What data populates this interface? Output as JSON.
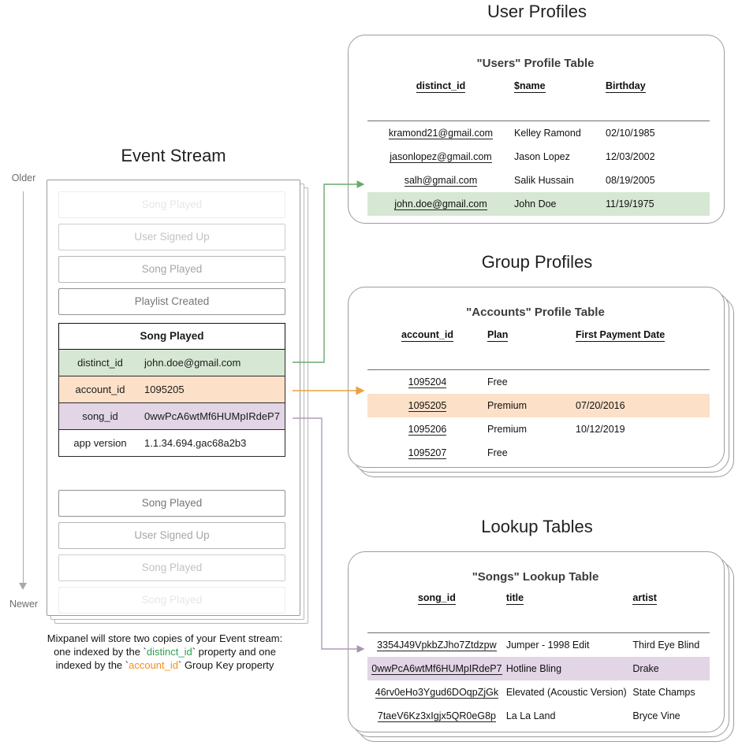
{
  "sections": {
    "user_profiles_title": "User Profiles",
    "group_profiles_title": "Group Profiles",
    "lookup_tables_title": "Lookup Tables",
    "event_stream_title": "Event Stream"
  },
  "axis": {
    "older": "Older",
    "newer": "Newer"
  },
  "event_stream": {
    "events_before": [
      {
        "label": "Song Played",
        "fade": "ev-f1"
      },
      {
        "label": "User Signed Up",
        "fade": "ev-f2"
      },
      {
        "label": "Song Played",
        "fade": "ev-f3"
      },
      {
        "label": "Playlist Created",
        "fade": "ev-f4"
      }
    ],
    "focused_event": {
      "name": "Song Played",
      "properties": [
        {
          "key": "distinct_id",
          "value": "john.doe@gmail.com",
          "highlight": "green"
        },
        {
          "key": "account_id",
          "value": "1095205",
          "highlight": "orange"
        },
        {
          "key": "song_id",
          "value": "0wwPcA6wtMf6HUMpIRdeP7",
          "highlight": "purple"
        },
        {
          "key": "app version",
          "value": "1.1.34.694.gac68a2b3",
          "highlight": "none"
        }
      ]
    },
    "events_after": [
      {
        "label": "Song Played",
        "fade": "ev-f4"
      },
      {
        "label": "User Signed Up",
        "fade": "ev-f3"
      },
      {
        "label": "Song Played",
        "fade": "ev-f2"
      },
      {
        "label": "Song Played",
        "fade": "ev-f1"
      }
    ],
    "caption": {
      "line1": "Mixpanel will store two copies of your Event stream:",
      "line2_a": "one indexed by the `",
      "line2_key": "distinct_id",
      "line2_b": "` property and one",
      "line3_a": "indexed by the `",
      "line3_key": "account_id",
      "line3_b": "` Group Key property"
    }
  },
  "users_table": {
    "title": "\"Users\" Profile Table",
    "columns": [
      "distinct_id",
      "$name",
      "Birthday"
    ],
    "rows": [
      {
        "cells": [
          "kramond21@gmail.com",
          "Kelley Ramond",
          "02/10/1985"
        ],
        "highlight": "none"
      },
      {
        "cells": [
          "jasonlopez@gmail.com",
          "Jason Lopez",
          "12/03/2002"
        ],
        "highlight": "none"
      },
      {
        "cells": [
          "salh@gmail.com",
          "Salik Hussain",
          "08/19/2005"
        ],
        "highlight": "none"
      },
      {
        "cells": [
          "john.doe@gmail.com",
          "John Doe",
          "11/19/1975"
        ],
        "highlight": "green"
      }
    ]
  },
  "accounts_table": {
    "title": "\"Accounts\" Profile Table",
    "columns": [
      "account_id",
      "Plan",
      "First Payment Date"
    ],
    "rows": [
      {
        "cells": [
          "1095204",
          "Free",
          ""
        ],
        "highlight": "none"
      },
      {
        "cells": [
          "1095205",
          "Premium",
          "07/20/2016"
        ],
        "highlight": "orange"
      },
      {
        "cells": [
          "1095206",
          "Premium",
          "10/12/2019"
        ],
        "highlight": "none"
      },
      {
        "cells": [
          "1095207",
          "Free",
          ""
        ],
        "highlight": "none"
      }
    ]
  },
  "songs_table": {
    "title": "\"Songs\" Lookup Table",
    "columns": [
      "song_id",
      "title",
      "artist"
    ],
    "rows": [
      {
        "cells": [
          "3354J49VpkbZJho7Ztdzpw",
          "Jumper - 1998 Edit",
          "Third Eye Blind"
        ],
        "highlight": "none"
      },
      {
        "cells": [
          "0wwPcA6wtMf6HUMpIRdeP7",
          "Hotline Bling",
          "Drake"
        ],
        "highlight": "purple"
      },
      {
        "cells": [
          "46rv0eHo3Ygud6DOqpZjGk",
          "Elevated (Acoustic Version)",
          "State Champs"
        ],
        "highlight": "none"
      },
      {
        "cells": [
          "7taeV6Kz3xIgjx5QR0eG8p",
          "La La Land",
          "Bryce Vine"
        ],
        "highlight": "none"
      }
    ]
  },
  "colors": {
    "green_fill": "#d6e8d3",
    "orange_fill": "#fce1c8",
    "purple_fill": "#e2d5e6",
    "green_wire": "#6aa86f",
    "orange_wire": "#e8a33d",
    "purple_wire": "#b09cb8",
    "card_border": "#9c9c9c"
  }
}
